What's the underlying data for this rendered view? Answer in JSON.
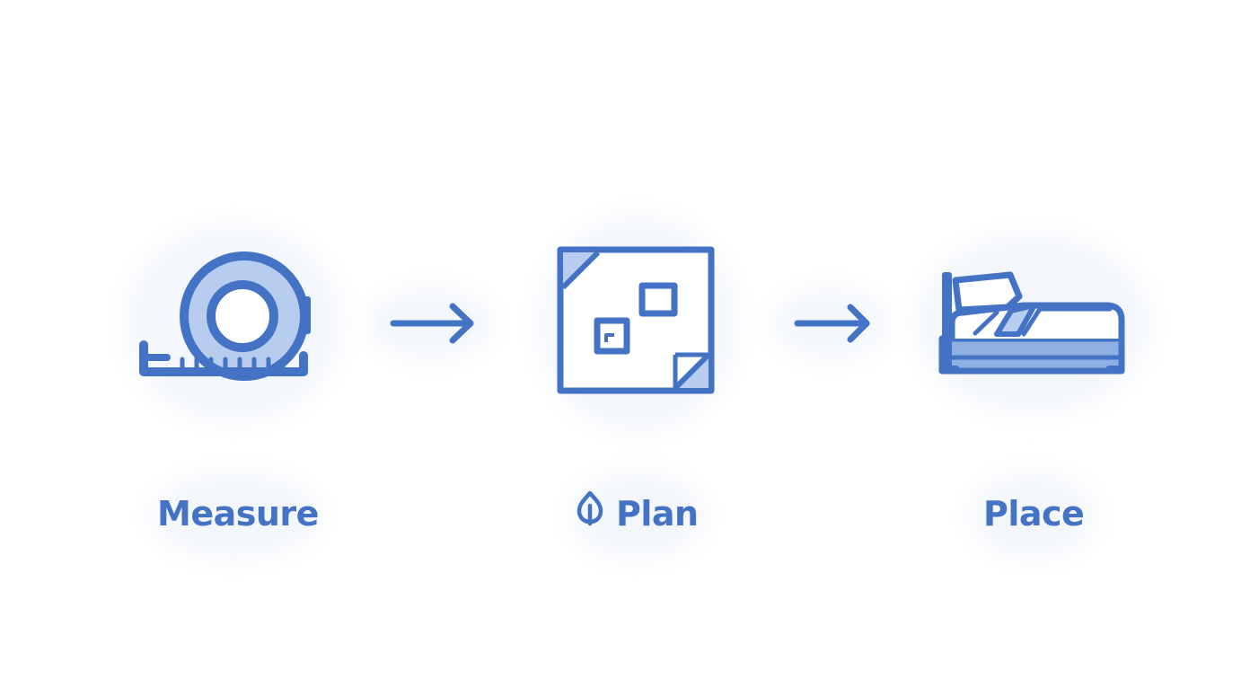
{
  "colors": {
    "stroke": "#4472c4",
    "fill_light": "#b7ccef",
    "fill_mid": "#8fb0e3",
    "glow": "#f4f7fc"
  },
  "steps": [
    {
      "label": "Measure",
      "icon": "tape-measure-icon"
    },
    {
      "label": "Plan",
      "icon": "floor-plan-icon",
      "prefix_icon": "leaf-icon"
    },
    {
      "label": "Place",
      "icon": "bed-icon"
    }
  ],
  "connectors": [
    {
      "icon": "arrow-right-icon",
      "from": "Measure",
      "to": "Plan"
    },
    {
      "icon": "arrow-right-icon",
      "from": "Plan",
      "to": "Place"
    }
  ]
}
